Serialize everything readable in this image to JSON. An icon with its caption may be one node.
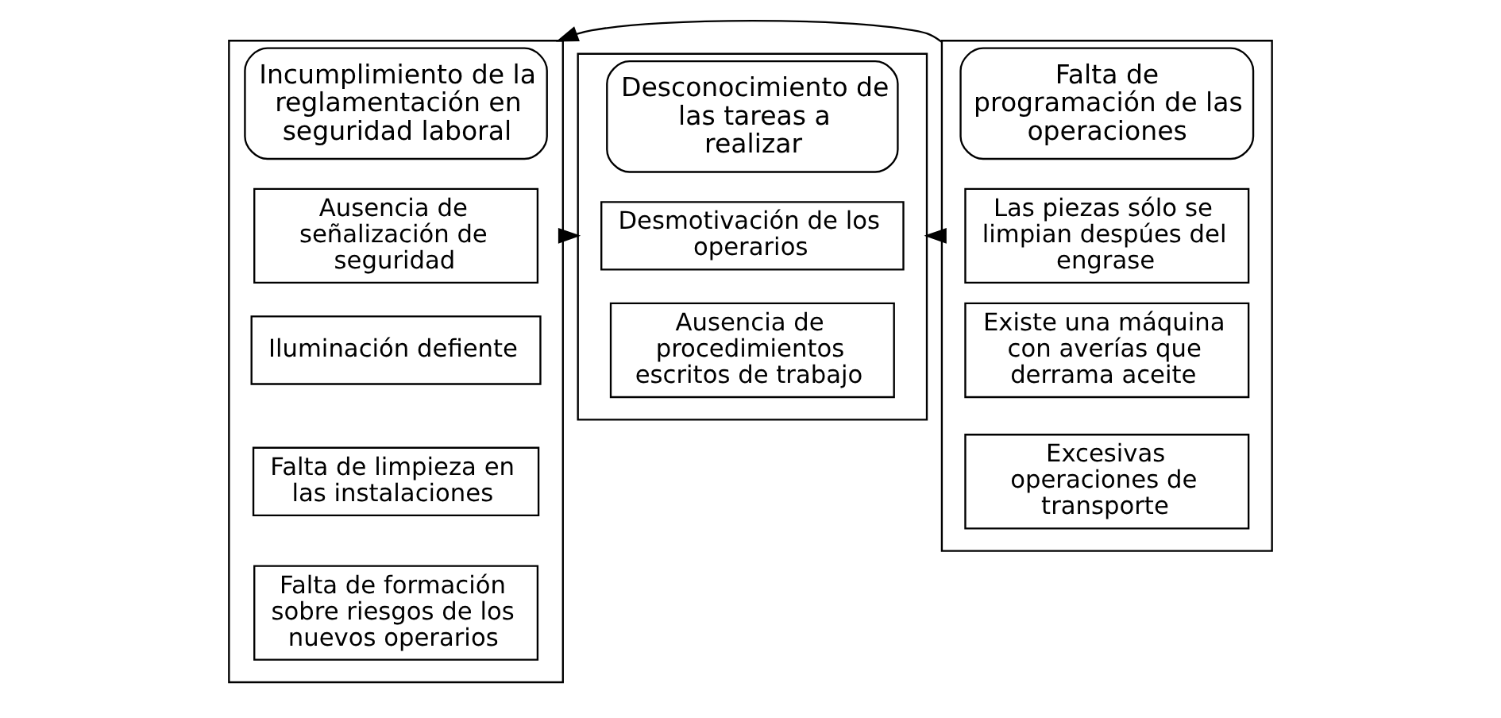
{
  "diagram": {
    "nodes": [
      {
        "text": [
          "Incumplimiento de la reglamentación en seguridad laboral"
        ]
      },
      {
        "text": [
          "Ausencia de señalización de seguridad"
        ],
        "in": 0
      },
      {
        "text": [
          "Iluminación defiente"
        ],
        "in": 0
      },
      {
        "text": [
          "Falta de limpieza en las instalaciones"
        ],
        "in": 0
      },
      {
        "text": [
          "Falta de formación sobre riesgos de los nuevos operarios"
        ],
        "in": 0
      },
      {
        "text": [
          "Desconocimiento de las tareas a realizar"
        ]
      },
      {
        "text": [
          "Desmotivación de los operarios"
        ],
        "in": 5
      },
      {
        "text": [
          "Ausencia de procedimientos escritos de trabajo"
        ],
        "in": 5
      },
      {
        "text": [
          "Falta de programación de las operaciones"
        ]
      },
      {
        "text": [
          "Las piezas sólo se limpian despúes del engrase"
        ],
        "in": 8
      },
      {
        "text": [
          "Existe una máquina con averías que derrama aceite"
        ],
        "in": 8
      },
      {
        "text": [
          "Excesivas operaciones de transporte"
        ],
        "in": 8
      }
    ],
    "edges": [
      {
        "from": 0,
        "to": 5,
        "arrow": "to"
      },
      {
        "from": 8,
        "to": 5,
        "arrow": "to"
      },
      {
        "from": 8,
        "to": 0,
        "arrow": "to"
      }
    ]
  }
}
